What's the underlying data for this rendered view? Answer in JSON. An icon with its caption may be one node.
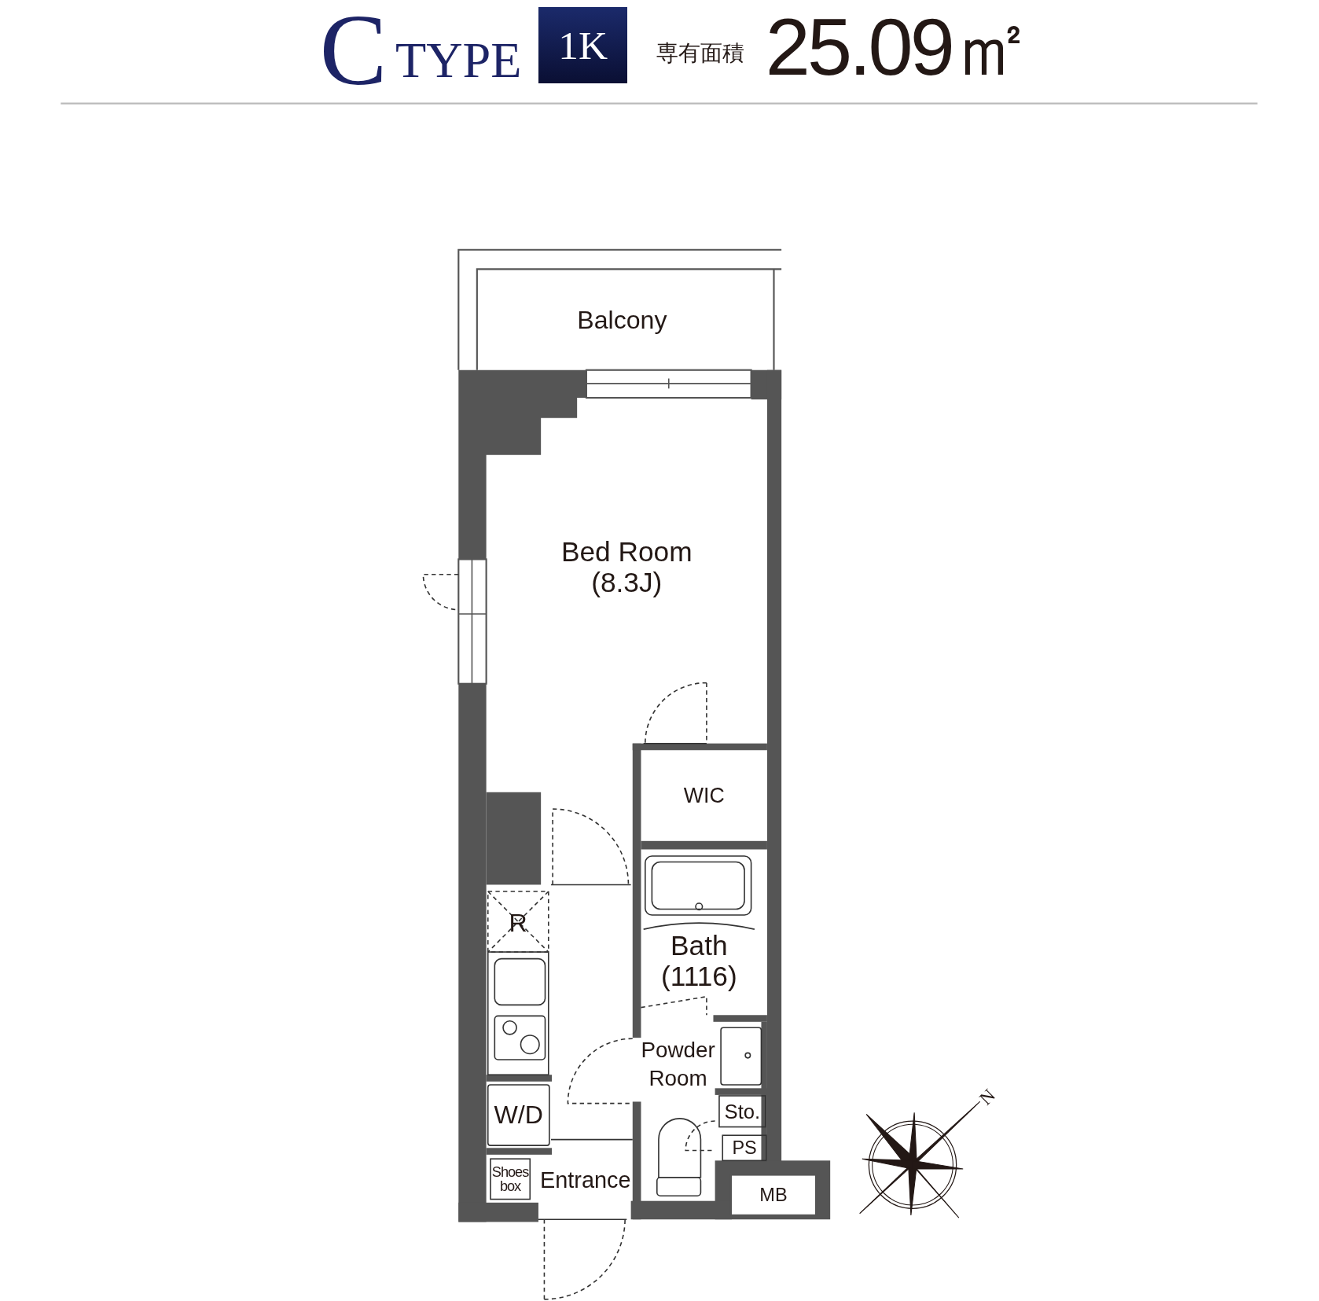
{
  "diagram": {
    "nodes": [
      {
        "text": [
          "Balcony"
        ]
      },
      {
        "text": [
          "Bed Room",
          "(8.3J)"
        ]
      },
      {
        "text": [
          "WIC"
        ]
      },
      {
        "text": [
          "Bath",
          "(1116)"
        ]
      },
      {
        "text": [
          "Powder Room"
        ]
      },
      {
        "text": [
          "Sto."
        ]
      },
      {
        "text": [
          "PS"
        ]
      },
      {
        "text": [
          "MB"
        ]
      },
      {
        "text": [
          "R"
        ]
      },
      {
        "text": [
          "W/D"
        ]
      },
      {
        "text": [
          "Shoes box"
        ]
      },
      {
        "text": [
          "Entrance"
        ]
      }
    ],
    "labels": [
      "C",
      "TYPE",
      "1K",
      "専有面積",
      "25.09㎡",
      "N"
    ]
  }
}
